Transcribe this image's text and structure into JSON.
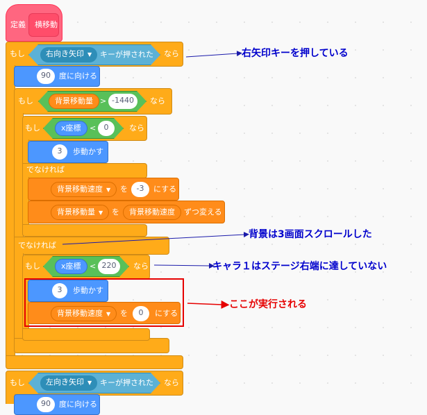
{
  "define_block": {
    "label": "定義",
    "name": "横移動"
  },
  "if1": {
    "moshi": "もし",
    "key_menu": "右向き矢印",
    "key_pressed": "キーが押された",
    "nara": "なら",
    "point_value": "90",
    "point_label": "度に向ける"
  },
  "if2": {
    "moshi": "もし",
    "var": "背景移動量",
    "op": ">",
    "value": "-1440",
    "nara": "なら"
  },
  "if3": {
    "moshi": "もし",
    "reporter": "x座標",
    "op": "<",
    "value": "0",
    "nara": "なら",
    "move_value": "3",
    "move_label": "歩動かす",
    "else": "でなければ",
    "set_var": "背景移動速度",
    "set_wo": "を",
    "set_value": "-3",
    "set_suffix": "にする",
    "change_var": "背景移動量",
    "change_wo": "を",
    "change_reporter": "背景移動速度",
    "change_suffix": "ずつ変える"
  },
  "else2": {
    "label": "でなければ"
  },
  "if4": {
    "moshi": "もし",
    "reporter": "x座標",
    "op": "<",
    "value": "220",
    "nara": "なら",
    "move_value": "3",
    "move_label": "歩動かす",
    "set_var": "背景移動速度",
    "set_wo": "を",
    "set_value": "0",
    "set_suffix": "にする"
  },
  "if5": {
    "moshi": "もし",
    "key_menu": "左向き矢印",
    "key_pressed": "キーが押された",
    "nara": "なら",
    "point_value": "90",
    "point_label": "度に向ける"
  },
  "annotations": {
    "right_arrow": "右矢印キーを押している",
    "scrolled": "背景は3画面スクロールした",
    "not_edge": "キャラ１はステージ右端に達していない",
    "executed": "ここが実行される"
  },
  "colors": {
    "control": "#ffab19",
    "motion": "#4c97ff",
    "variable": "#ff8c1a",
    "define": "#ff6680",
    "annotation_blue": "#0000cc",
    "annotation_red": "#e60000"
  }
}
